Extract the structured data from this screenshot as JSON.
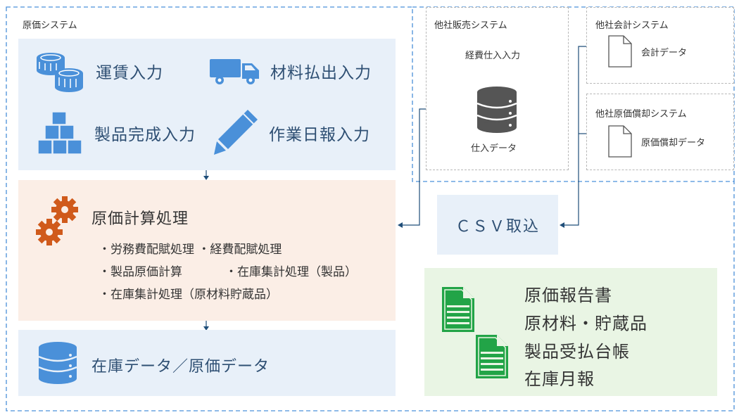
{
  "genka_system": {
    "label": "原価システム",
    "inputs": {
      "unchin": "運賃入力",
      "zairyo": "材料払出入力",
      "seihin": "製品完成入力",
      "sagyo": "作業日報入力"
    },
    "process": {
      "title": "原価計算処理",
      "lines": [
        "・労務費配賦処理 ・経費配賦処理",
        "・製品原価計算",
        "・在庫集計処理（製品）",
        "・在庫集計処理（原材料貯蔵品）"
      ]
    },
    "storage_label": "在庫データ／原価データ",
    "csv_label": "ＣＳＶ取込",
    "reports": [
      "原価報告書",
      "原材料・貯蔵品",
      "製品受払台帳",
      "在庫月報"
    ]
  },
  "hanbai_system": {
    "label": "他社販売システム",
    "input_label": "経費仕入入力",
    "data_label": "仕入データ"
  },
  "kaikei_system": {
    "label": "他社会計システム",
    "data_label": "会計データ"
  },
  "shokyaku_system": {
    "label": "他社原価償却システム",
    "data_label": "原価償却データ"
  },
  "colors": {
    "frame_blue": "#4a90d9",
    "panel_blue": "#e8f0f9",
    "panel_orange": "#fbeee6",
    "panel_green": "#e9f5e4",
    "icon_blue": "#4a90d9",
    "gear_orange": "#d05a1b",
    "doc_green": "#22a447",
    "db_gray": "#555555",
    "line_navy": "#1f4e79"
  }
}
